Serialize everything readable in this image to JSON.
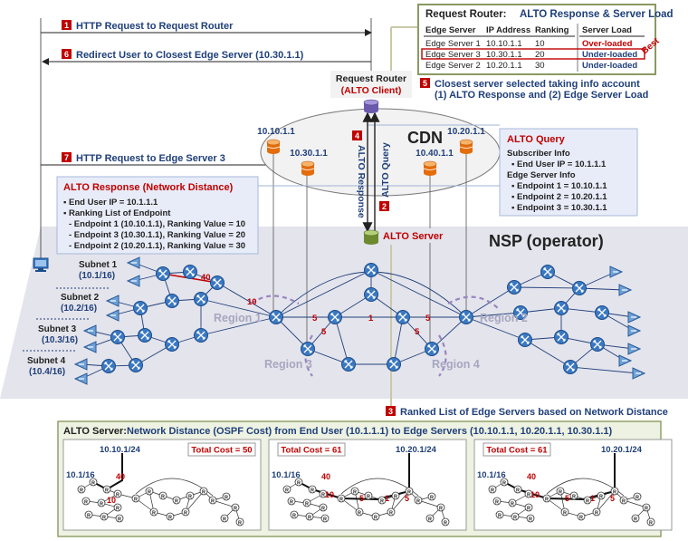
{
  "steps": {
    "s1": {
      "num": "1",
      "label": "HTTP Request to Request Router"
    },
    "s6": {
      "num": "6",
      "label": "Redirect User to Closest Edge Server (10.30.1.1)"
    },
    "s7": {
      "num": "7",
      "label": "HTTP Request to Edge Server 3"
    },
    "s5": {
      "num": "5",
      "line1": "Closest server selected taking info account",
      "line2": "(1) ALTO Response and (2) Edge Server Load"
    },
    "s4": {
      "num": "4",
      "label": "ALTO Response"
    },
    "s2": {
      "num": "2",
      "label": "ALTO Query"
    },
    "s3": {
      "num": "3",
      "label": "Ranked List of Edge Servers based on Network Distance"
    }
  },
  "router_table": {
    "title_a": "Request Router:",
    "title_b": "ALTO Response & Server Load",
    "headers": [
      "Edge Server",
      "IP Address",
      "Ranking",
      "Server Load"
    ],
    "rows": [
      {
        "server": "Edge Server 1",
        "ip": "10.10.1.1",
        "rank": "10",
        "load": "Over-loaded"
      },
      {
        "server": "Edge Server 3",
        "ip": "10.30.1.1",
        "rank": "20",
        "load": "Under-loaded"
      },
      {
        "server": "Edge Server 2",
        "ip": "10.20.1.1",
        "rank": "30",
        "load": "Under-loaded"
      }
    ],
    "best": "Best"
  },
  "request_router": {
    "line1": "Request Router",
    "line2": "(ALTO Client)"
  },
  "cdn": {
    "label": "CDN",
    "servers": [
      "10.10.1.1",
      "10.30.1.1",
      "10.40.1.1",
      "10.20.1.1"
    ]
  },
  "alto_query": {
    "title": "ALTO Query",
    "sub_title": "Subscriber Info",
    "sub_item": "▪ End User IP = 10.1.1.1",
    "edge_title": "Edge Server Info",
    "endpoints": [
      "▪ Endpoint 1 = 10.10.1.1",
      "▪ Endpoint 2 = 10.20.1.1",
      "▪ Endpoint 3 = 10.30.1.1"
    ]
  },
  "alto_response": {
    "title": "ALTO Response (Network Distance)",
    "end_user": "▪ End User IP = 10.1.1.1",
    "ranking_title": "▪ Ranking List of Endpoint",
    "entries": [
      "- Endpoint 1 (10.10.1.1), Ranking Value = 10",
      "- Endpoint 3 (10.30.1.1), Ranking Value = 20",
      "- Endpoint 2 (10.20.1.1), Ranking Value = 30"
    ]
  },
  "alto_server": {
    "label": "ALTO Server"
  },
  "nsp": {
    "label": "NSP (operator)"
  },
  "subnets": [
    {
      "name": "Subnet 1",
      "cidr": "(10.1/16)"
    },
    {
      "name": "Subnet 2",
      "cidr": "(10.2/16)"
    },
    {
      "name": "Subnet 3",
      "cidr": "(10.3/16)"
    },
    {
      "name": "Subnet 4",
      "cidr": "(10.4/16)"
    }
  ],
  "regions": [
    "Region 1",
    "Region 2",
    "Region 3",
    "Region 4"
  ],
  "costs": [
    "40",
    "10",
    "5",
    "1",
    "5",
    "5",
    "5"
  ],
  "bottom": {
    "title_a": "ALTO Server:",
    "title_b": "Network Distance (OSPF Cost) from End User (10.1.1.1) to Edge Servers (10.10.1.1, 10.20.1.1, 10.30.1.1)",
    "panels": [
      {
        "total": "Total Cost = 50",
        "src": "10.1/16",
        "dst": "10.10.1/24",
        "costs": [
          "40",
          "10"
        ]
      },
      {
        "total": "Total Cost = 61",
        "src": "10.1/16",
        "dst": "10.20.1/24",
        "costs": [
          "40",
          "10",
          "5",
          "1",
          "5"
        ]
      },
      {
        "total": "Total Cost = 61",
        "src": "10.1/16",
        "dst": "10.20.1/24",
        "costs": [
          "40",
          "10",
          "5",
          "1",
          "5"
        ]
      }
    ],
    "router_glyph": "R"
  },
  "colors": {
    "accent_red": "#c00000",
    "navy": "#1f3f7a",
    "orange": "#e46c0a",
    "nsp_bg": "#e4e4ec",
    "panel_bg": "#eef2e2"
  }
}
